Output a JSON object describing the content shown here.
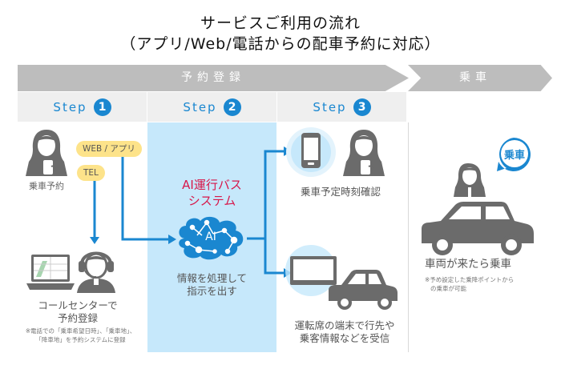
{
  "title": {
    "line1": "サービスご利用の流れ",
    "line2": "（アプリ/Web/電話からの配車予約に対応）"
  },
  "phases": {
    "booking": "予約登録",
    "boarding": "乗車"
  },
  "steps": [
    {
      "label": "Step",
      "number": "1"
    },
    {
      "label": "Step",
      "number": "2"
    },
    {
      "label": "Step",
      "number": "3"
    }
  ],
  "step1": {
    "customer_caption": "乗車予約",
    "channel_web": "WEB / アプリ",
    "channel_tel": "TEL",
    "callcenter_line1": "コールセンターで",
    "callcenter_line2": "予約登録",
    "note_line1": "※電話での「乗車希望日時」、「乗車地」、",
    "note_line2": "「降車地」を予約システムに登録"
  },
  "step2": {
    "system_line1": "AI運行バス",
    "system_line2": "システム",
    "ai_badge": "AI",
    "caption_line1": "情報を処理して",
    "caption_line2": "指示を出す"
  },
  "step3": {
    "confirm_caption": "乗車予定時刻確認",
    "driver_line1": "運転席の端末で行先や",
    "driver_line2": "乗客情報などを受信"
  },
  "boarding": {
    "bubble": "乗車",
    "caption": "車両が来たら乗車",
    "note_line1": "※予め設定した乗降ポイントから",
    "note_line2": "の乗車が可能"
  },
  "colors": {
    "accent_blue": "#1a87d0",
    "panel_blue": "#c6e8fb",
    "ai_red": "#d7174a",
    "pill_yellow": "#fde38a",
    "phase_gray": "#bdbdbd",
    "icon_gray": "#6b6b6b"
  }
}
